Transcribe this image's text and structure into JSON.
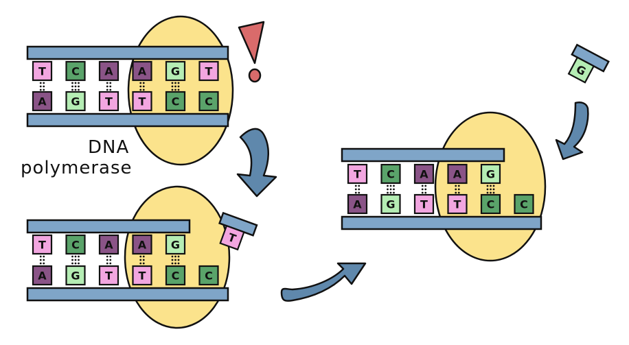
{
  "colors": {
    "strand": "#7fa5c8",
    "enzyme": "#fbe38c",
    "arrow": "#5f88ac",
    "alert": "#d96b6b",
    "outline": "#111111",
    "base_fill": {
      "T": "#f2a6e0",
      "A": "#8a5487",
      "C": "#5aa36a",
      "G": "#b5edb4"
    }
  },
  "enzyme_label_line1": "DNA",
  "enzyme_label_line2": "polymerase",
  "alert_icon": "exclamation-mark-icon",
  "panels": [
    {
      "top_strand": [
        "T",
        "C",
        "A",
        "A",
        "G",
        "T"
      ],
      "bottom_strand": [
        "A",
        "G",
        "T",
        "T",
        "C",
        "C"
      ],
      "bonds": [
        2,
        3,
        2,
        2,
        3,
        0
      ]
    },
    {
      "top_strand": [
        "T",
        "C",
        "A",
        "A",
        "G"
      ],
      "bottom_strand": [
        "A",
        "G",
        "T",
        "T",
        "C",
        "C"
      ],
      "bonds": [
        2,
        3,
        2,
        2,
        3
      ],
      "free_nucleotide": "T"
    },
    {
      "top_strand": [
        "T",
        "C",
        "A",
        "A",
        "G"
      ],
      "bottom_strand": [
        "A",
        "G",
        "T",
        "T",
        "C",
        "C"
      ],
      "bonds": [
        2,
        3,
        2,
        2,
        3
      ],
      "free_nucleotide": "G"
    }
  ]
}
